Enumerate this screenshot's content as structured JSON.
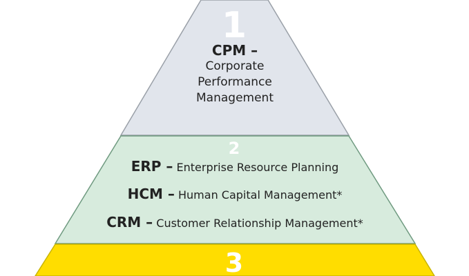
{
  "colors": {
    "tier1": "#e1e5ec",
    "tier2": "#d7ebdd",
    "tier3": "#ffdd00"
  },
  "tiers": [
    {
      "number": "1",
      "items": [
        {
          "abbr": "CPM –",
          "name_lines": [
            "Corporate",
            "Performance",
            "Management"
          ]
        }
      ]
    },
    {
      "number": "2",
      "items": [
        {
          "abbr": "ERP –",
          "name": "Enterprise Resource Planning"
        },
        {
          "abbr": "HCM –",
          "name": "Human Capital Management*"
        },
        {
          "abbr": "CRM –",
          "name": "Customer Relationship Management*"
        }
      ]
    },
    {
      "number": "3"
    }
  ]
}
